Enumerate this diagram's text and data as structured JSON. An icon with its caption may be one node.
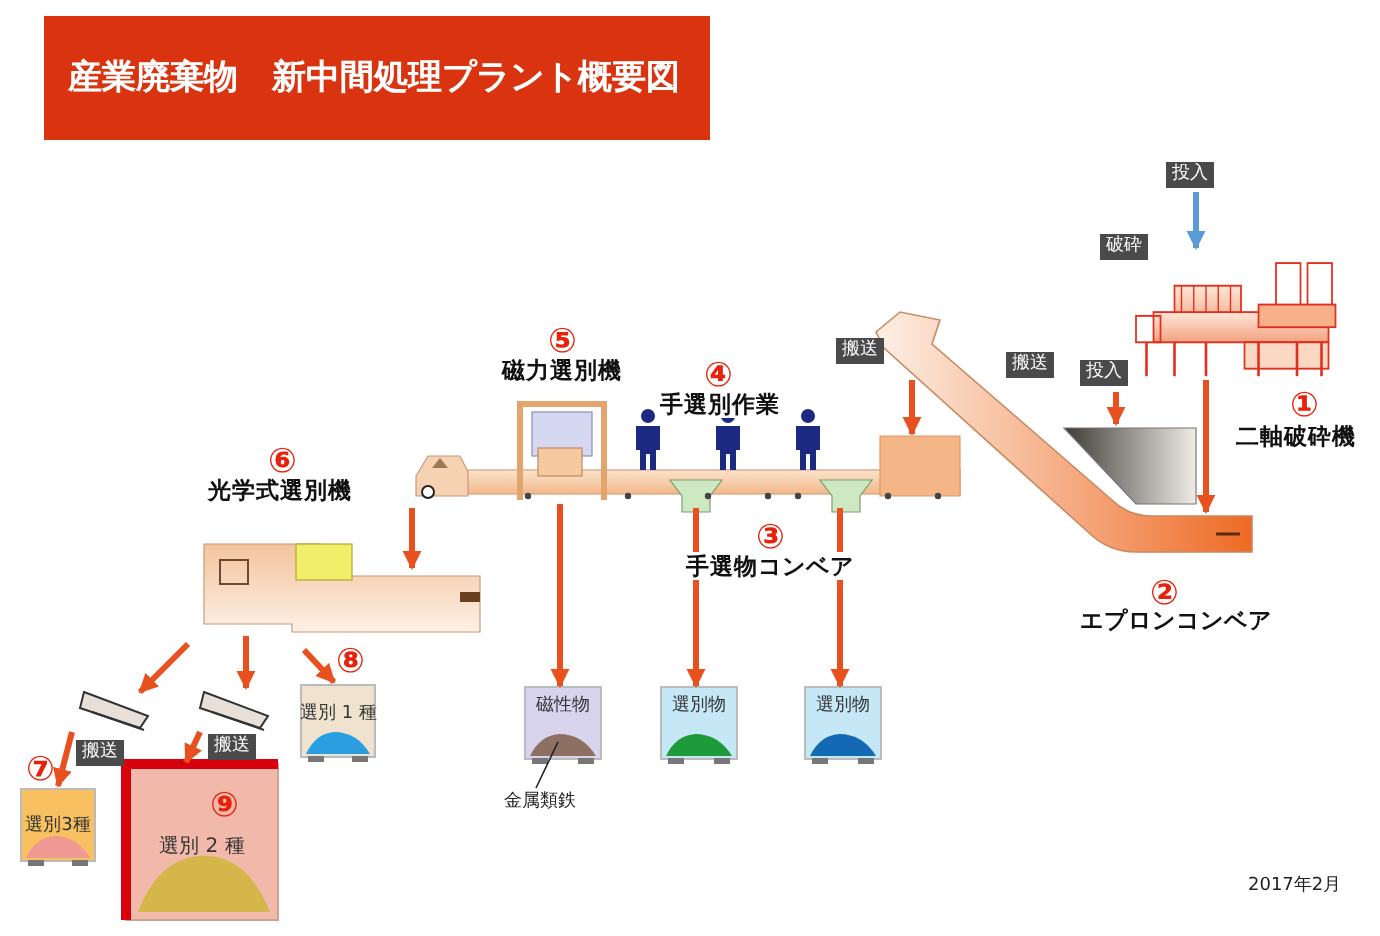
{
  "diagram": {
    "title": "産業廃棄物　新中間処理プラント概要図",
    "nodes": [
      {
        "text": [],
        "shape": "picture",
        "beside": [
          "①",
          "二軸破砕機"
        ]
      },
      {
        "text": [],
        "shape": "picture",
        "beside": [
          "②",
          "エプロンコンベア"
        ]
      },
      {
        "text": [],
        "shape": "picture",
        "beside": [
          "③",
          "手選物コンベア"
        ]
      },
      {
        "text": [],
        "shape": "picture",
        "in": 2,
        "beside": [
          "⑤",
          "磁力選別機"
        ]
      },
      {
        "text": [],
        "shape": "picture",
        "beside": [
          "⑥",
          "光学式選別機"
        ]
      },
      {
        "text": [
          "磁性物"
        ]
      },
      {
        "text": [
          "金属類鉄"
        ]
      },
      {
        "text": [
          "選別物"
        ]
      },
      {
        "text": [
          "選別物"
        ]
      },
      {
        "text": [
          "選別 1 種"
        ],
        "beside": [
          "⑧"
        ]
      },
      {
        "text": [],
        "shape": "picture"
      },
      {
        "text": [],
        "shape": "picture"
      },
      {
        "text": [
          "選別3種"
        ],
        "beside": [
          "⑦"
        ]
      },
      {
        "text": [
          "⑨",
          "選別 2 種"
        ]
      },
      {
        "text": [],
        "shape": "picture"
      }
    ],
    "edges": [
      {
        "from": null,
        "to": 0,
        "arrow": "to",
        "label": "投入",
        "color": "#5b9bd5"
      },
      {
        "from": 0,
        "to": 1,
        "arrow": "to"
      },
      {
        "from": null,
        "to": 14,
        "arrow": "to",
        "label": "投入"
      },
      {
        "from": 1,
        "to": 2,
        "arrow": "to",
        "label": "搬送"
      },
      {
        "from": 2,
        "to": 4,
        "arrow": "to"
      },
      {
        "from": 3,
        "to": 5,
        "arrow": "to"
      },
      {
        "from": 2,
        "to": 7,
        "arrow": "to"
      },
      {
        "from": 2,
        "to": 8,
        "arrow": "to"
      },
      {
        "from": 6,
        "to": 5,
        "arrow": "none",
        "color": "#222222"
      },
      {
        "from": 4,
        "to": 10,
        "arrow": "to"
      },
      {
        "from": 4,
        "to": 11,
        "arrow": "to"
      },
      {
        "from": 4,
        "to": 9,
        "arrow": "to"
      },
      {
        "from": 10,
        "to": 12,
        "arrow": "to",
        "label": "搬送"
      },
      {
        "from": 11,
        "to": 13,
        "arrow": "to",
        "label": "搬送"
      }
    ],
    "labels": [
      "破砕",
      "搬送",
      "④",
      "手選別作業",
      "2017年2月"
    ]
  }
}
